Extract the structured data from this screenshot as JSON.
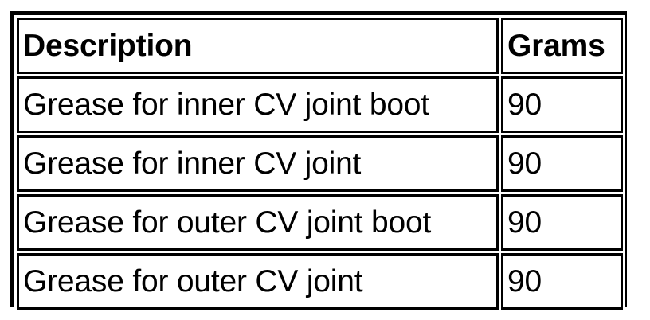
{
  "page": {
    "background_color": "#ffffff",
    "text_color": "#000000",
    "border_color": "#000000"
  },
  "table": {
    "name": "grease-quantity-table",
    "columns": [
      {
        "key": "description",
        "header": "Description",
        "align": "left"
      },
      {
        "key": "grams",
        "header": "Grams",
        "align": "left"
      }
    ],
    "headers": {
      "description": "Description",
      "grams": "Grams"
    },
    "rows": [
      {
        "description": "Grease for inner CV joint boot",
        "grams": "90"
      },
      {
        "description": "Grease for inner CV joint",
        "grams": "90"
      },
      {
        "description": "Grease for outer CV joint boot",
        "grams": "90"
      },
      {
        "description": "Grease for outer CV joint",
        "grams": "90"
      }
    ]
  }
}
